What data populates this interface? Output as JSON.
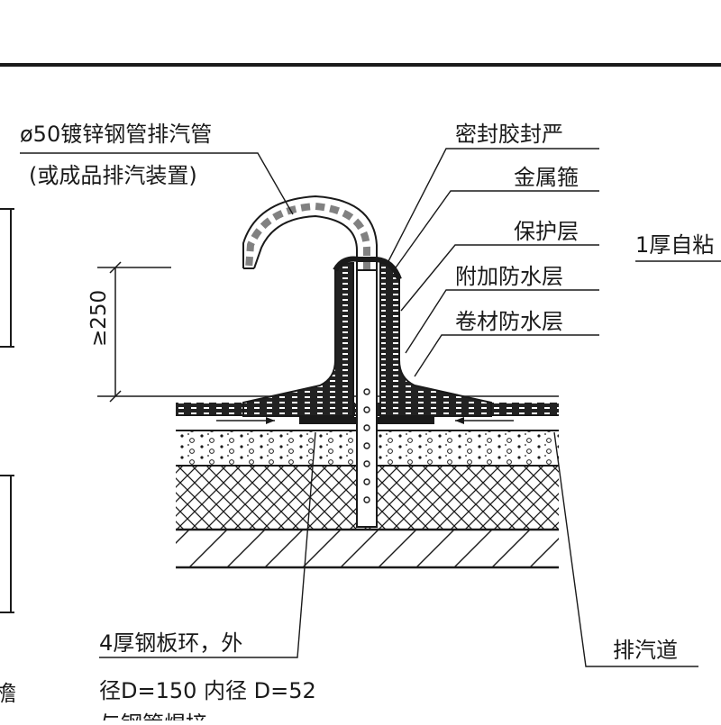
{
  "labels": {
    "pipe": "ø50镀锌钢管排汽管",
    "pipe_alt": "(或成品排汽装置)",
    "sealant": "密封胶封严",
    "hoop": "金属箍",
    "protective": "保护层",
    "additional": "附加防水层",
    "membrane": "卷材防水层",
    "right_note": "1厚自粘",
    "dimension": "≥250",
    "ring_line1": "4厚钢板环，外",
    "ring_line2": "径D=150  内径 D=52",
    "ring_line3": "与钢管焊接",
    "exhaust_channel": "排汽道",
    "left_edge_char": "檐"
  },
  "colors": {
    "ink": "#1a1a1a",
    "background": "#ffffff"
  }
}
